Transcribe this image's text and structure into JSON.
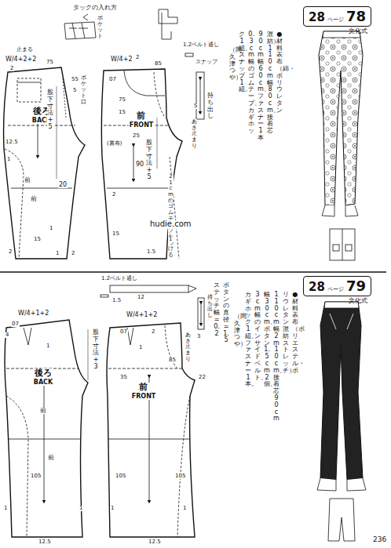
{
  "diagram": {
    "nodes": [
      {
        "text": [
          "28",
          "ページ",
          "78",
          "文化式"
        ]
      },
      {
        "text": [
          "後ろ",
          "BACK"
        ]
      },
      {
        "text": [
          "前",
          "FRONT"
        ]
      },
      {
        "text": [
          "28",
          "ページ",
          "79",
          "文化式"
        ]
      },
      {
        "text": [
          "後ろ",
          "BACK"
        ]
      },
      {
        "text": [
          "前",
          "FRONT"
        ]
      }
    ],
    "labels": [
      "タックの入れ方",
      "ポケット",
      "W/4+2+2",
      "2",
      "75",
      "55",
      "5",
      "止まる",
      "股下寸法+5",
      "12.5",
      "1",
      "前",
      "前",
      "20",
      "15",
      "1",
      "2",
      "1",
      "2",
      "ポケット口",
      "W/4+2",
      "2",
      "07",
      "85",
      "75",
      "15",
      "25",
      "(裏布)",
      "90",
      "股下寸法+5",
      "21cmのゴムテープをつける",
      "2",
      "15",
      "1",
      "1.5",
      "1.2ベルト通し",
      "スナップ",
      "持ち出し",
      "5",
      "あき止まり",
      "●材料 表布（綿・ポリウレタン",
      "混紡）110cm幅80cm、接着芯",
      "90cm幅60cm、ファスナー1本",
      "0.3cm幅のゴムテープ、カギホッ",
      "ク1組、スナップ1組。",
      "（岡久津つや）",
      "hudie.com",
      "1.2ベルト通し",
      "12",
      "1.5",
      "持ち出し",
      "W/4+1+2",
      "07",
      "4",
      "1",
      "股下寸法+3",
      "前",
      "前",
      "105",
      "1",
      "1",
      "12.5",
      "W/4+1+2",
      "07",
      "2",
      "1",
      "35",
      "85",
      "22",
      "あき止まり",
      "3",
      "105",
      "105",
      "1",
      "1",
      "12.5",
      "ボタンの直径=1.5",
      "ステッチ幅=0.2",
      "●材料 表布（ポリエステル・ポ",
      "リウレタン混紡ストレッチ）",
      "110cm幅2m10cm、接着芯90cm",
      "幅30cm、ボタン1.5cm2個、",
      "3cm幅のインサイドベルト、",
      "カギホック1組、ファスナー1本。",
      "（岡久津つや）",
      "236"
    ]
  }
}
